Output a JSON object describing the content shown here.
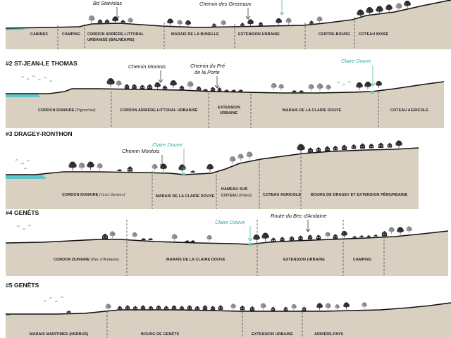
{
  "colors": {
    "ground": "#d9d0c2",
    "sea": "#5cc5c7",
    "teal_text": "#3aa6a0",
    "profile_line": "#111111"
  },
  "sections": [
    {
      "id": "s1",
      "title": "",
      "annotations": [
        {
          "text": "Bd Stanislas",
          "color": "dark"
        },
        {
          "text": "Chemin des Grezeaux",
          "color": "dark"
        }
      ],
      "zones": [
        {
          "label": "CABINES"
        },
        {
          "label": "CAMPING"
        },
        {
          "label": "CORDON ARRIÈRE-LITTORAL",
          "label2": "URBANISÉ (BALNÉAIRE)"
        },
        {
          "label": "MARAIS DE LA BUNELLE"
        },
        {
          "label": "EXTENSION URBAINE"
        },
        {
          "label": "CENTRE-BOURG"
        },
        {
          "label": "COTEAU BOISÉ"
        }
      ]
    },
    {
      "id": "s2",
      "title": "#2 ST-JEAN-LE THOMAS",
      "annotations": [
        {
          "text": "Chemin Montois",
          "color": "dark"
        },
        {
          "text": "Chemin du Pré",
          "text2": "de la Porte",
          "color": "dark"
        },
        {
          "text": "Claire Douve",
          "color": "teal"
        }
      ],
      "zones": [
        {
          "label": "CORDON DUNAIRE",
          "sub": "(Pignochet)"
        },
        {
          "label": "CORDON ARRIÈRE-LITTORAL URBANISÉ"
        },
        {
          "label": "EXTENSION",
          "label2": "URBAINE"
        },
        {
          "label": "MARAIS DE LA CLAIRE DOUVE"
        },
        {
          "label": "COTEAU AGRICOLE"
        }
      ]
    },
    {
      "id": "s3",
      "title": "#3 DRAGEY-RONTHON",
      "annotations": [
        {
          "text": "Claire Douve",
          "color": "teal"
        },
        {
          "text": "Chemin Montois",
          "color": "dark"
        }
      ],
      "zones": [
        {
          "label": "CORDON DUNAIRE",
          "sub": "(«Les Dunes»)"
        },
        {
          "label": "MARAIS DE LA CLAIRE DOUVE"
        },
        {
          "label": "HAMEAU SUR",
          "label2": "COTEAU",
          "sub2": "(Potrel)"
        },
        {
          "label": "COTEAU AGRICOLE"
        },
        {
          "label": "BOURG DE DRAGEY ET EXTENSION PÉRIURBAINE"
        }
      ]
    },
    {
      "id": "s4",
      "title": "#4 GENÊTS",
      "annotations": [
        {
          "text": "Claire Douve",
          "color": "teal"
        },
        {
          "text": "Route du Bec d'Andaine",
          "color": "dark"
        }
      ],
      "zones": [
        {
          "label": "CORDON DUNAIRE",
          "sub": "(Bec d'Andaine)"
        },
        {
          "label": "MARAIS DE LA CLAIRE DOUVE"
        },
        {
          "label": "EXTENSION URBAINE"
        },
        {
          "label": "CAMPING"
        }
      ]
    },
    {
      "id": "s5",
      "title": "#5 GENÊTS",
      "annotations": [],
      "zones": [
        {
          "label": "MARAIS MARITIMES (HERBUS)"
        },
        {
          "label": "BOURG DE GENÊTS"
        },
        {
          "label": "EXTENSION URBAINE"
        },
        {
          "label": "ARRIÈRE-PAYS"
        }
      ]
    }
  ]
}
